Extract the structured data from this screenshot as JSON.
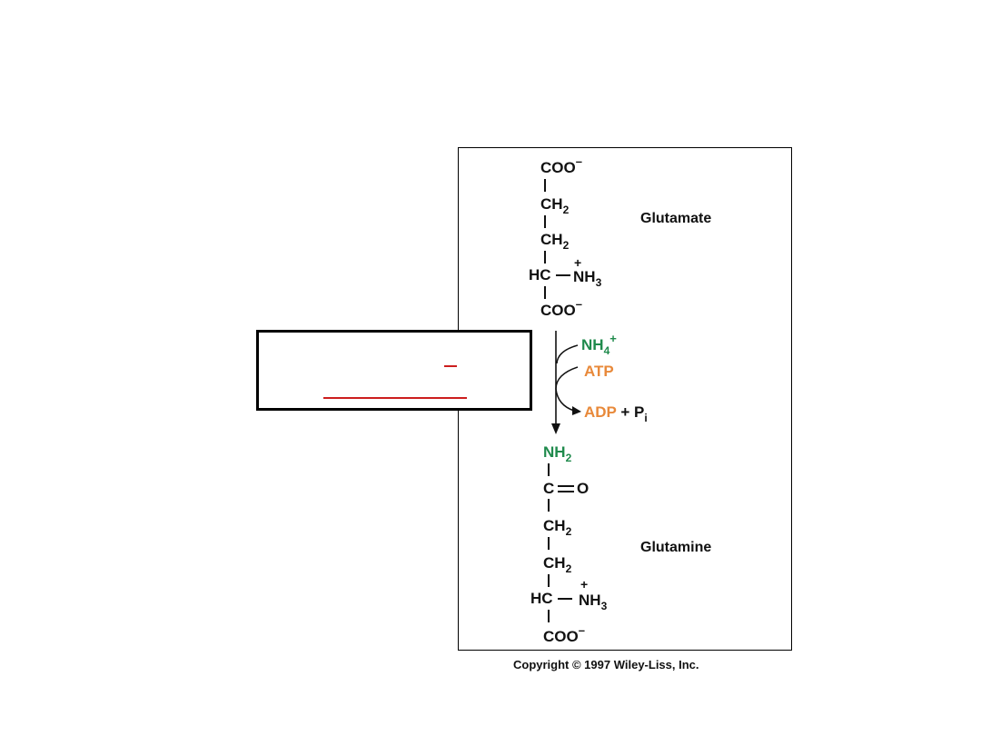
{
  "glutamate": {
    "name": "Glutamate",
    "top_carboxyl": "COO",
    "top_carboxyl_charge": "–",
    "ch2_a": "CH",
    "ch2_a_sub": "2",
    "ch2_b": "CH",
    "ch2_b_sub": "2",
    "alpha_carbon": "HC",
    "amino_group": "NH",
    "amino_sub": "3",
    "amino_charge": "+",
    "bottom_carboxyl": "COO",
    "bottom_carboxyl_charge": "–"
  },
  "reaction": {
    "ammonium": "NH",
    "ammonium_sub": "4",
    "ammonium_charge": "+",
    "atp": "ATP",
    "adp": "ADP",
    "plus_pi": "+ P",
    "pi_sub": "i"
  },
  "glutamine": {
    "name": "Glutamine",
    "amide_nh2": "NH",
    "amide_nh2_sub": "2",
    "carbonyl_c": "C",
    "carbonyl_o": "O",
    "ch2_a": "CH",
    "ch2_a_sub": "2",
    "ch2_b": "CH",
    "ch2_b_sub": "2",
    "alpha_carbon": "HC",
    "amino_group": "NH",
    "amino_sub": "3",
    "amino_charge": "+",
    "bottom_carboxyl": "COO",
    "bottom_carboxyl_charge": "–"
  },
  "copyright": "Copyright © 1997 Wiley-Liss, Inc.",
  "colors": {
    "nitrogen_green": "#1f8a4c",
    "energy_orange": "#e8893a",
    "callout_red": "#cc1e1e"
  }
}
